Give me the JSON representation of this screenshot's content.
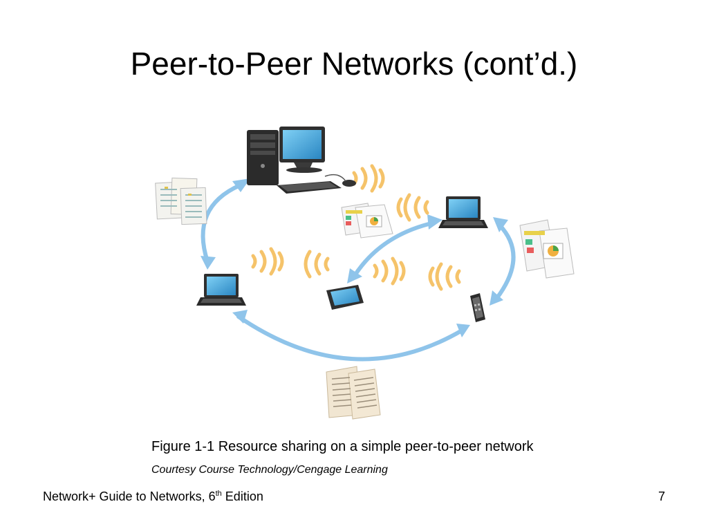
{
  "slide": {
    "title": "Peer-to-Peer Networks (cont’d.)",
    "figure_caption": "Figure 1-1 Resource sharing on a simple peer-to-peer network",
    "figure_credit": "Courtesy Course Technology/Cengage Learning",
    "footer_book": "Network+ Guide to Networks, 6",
    "footer_book_superscript": "th",
    "footer_book_suffix": " Edition",
    "page_number": "7"
  },
  "diagram": {
    "nodes": [
      {
        "id": "desktop",
        "icon": "desktop-computer-icon"
      },
      {
        "id": "laptop-right",
        "icon": "laptop-icon"
      },
      {
        "id": "laptop-left",
        "icon": "laptop-icon"
      },
      {
        "id": "tablet",
        "icon": "tablet-icon"
      },
      {
        "id": "smartphone",
        "icon": "smartphone-icon"
      }
    ],
    "resources": [
      {
        "id": "spreadsheets",
        "icon": "spreadsheet-documents-icon"
      },
      {
        "id": "presentation-small",
        "icon": "presentation-document-icon"
      },
      {
        "id": "presentation-large",
        "icon": "presentation-document-icon"
      },
      {
        "id": "text-documents",
        "icon": "text-documents-icon"
      }
    ],
    "colors": {
      "arrow": "#8fc4ea",
      "wave": "#f5c36a",
      "device_dark": "#3a3a3a",
      "screen": "#49a9dd"
    }
  }
}
